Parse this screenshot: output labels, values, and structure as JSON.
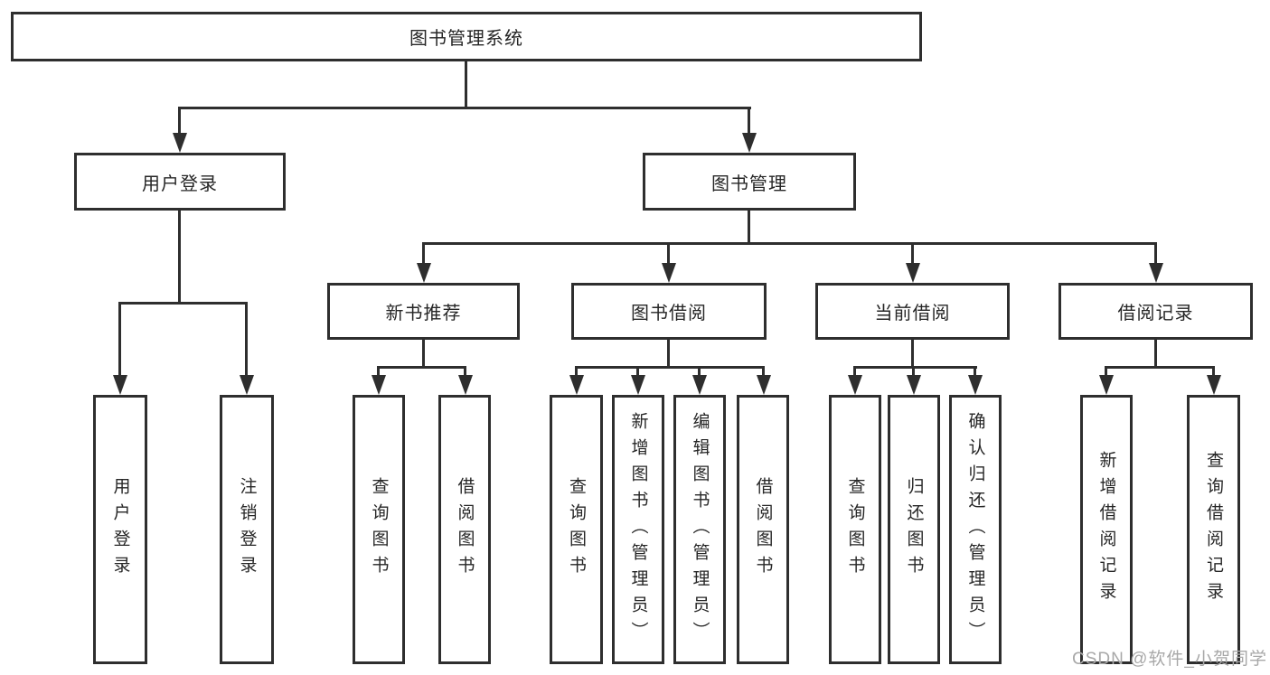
{
  "colors": {
    "line": "#2e2e2e",
    "border": "#2e2e2e",
    "text": "#262626",
    "bg": "#ffffff",
    "watermark": "#a8a8a8"
  },
  "watermark": "CSDN @软件_小贺同学",
  "tree": {
    "root": "图书管理系统",
    "branches": [
      {
        "label": "用户登录",
        "leaves": [
          "用户登录",
          "注销登录"
        ]
      },
      {
        "label": "图书管理",
        "groups": [
          {
            "label": "新书推荐",
            "leaves": [
              "查询图书",
              "借阅图书"
            ]
          },
          {
            "label": "图书借阅",
            "leaves": [
              "查询图书",
              "新增图书（管理员）",
              "编辑图书（管理员）",
              "借阅图书"
            ]
          },
          {
            "label": "当前借阅",
            "leaves": [
              "查询图书",
              "归还图书",
              "确认归还（管理员）"
            ]
          },
          {
            "label": "借阅记录",
            "leaves": [
              "新增借阅记录",
              "查询借阅记录"
            ]
          }
        ]
      }
    ]
  }
}
